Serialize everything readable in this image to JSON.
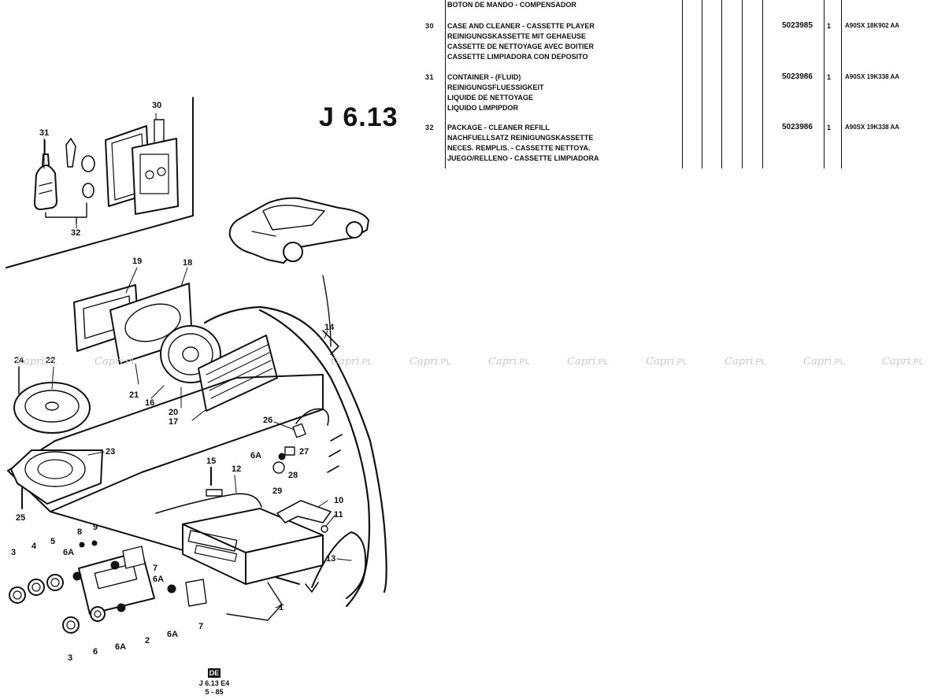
{
  "title": "J 6.13",
  "table": {
    "rows": [
      {
        "pos": "",
        "desc": [
          "BOTON DE MANDO - COMPENSADOR"
        ],
        "part_no": "",
        "qty": "",
        "model": ""
      },
      {
        "pos": "30",
        "desc": [
          "CASE AND CLEANER - CASSETTE PLAYER",
          "REINIGUNGSKASSETTE MIT GEHAEUSE",
          "CASSETTE DE NETTOYAGE AVEC BOITIER",
          "CASSETTE LIMPIADORA CON DEPOSITO"
        ],
        "part_no": "5023985",
        "qty": "1",
        "model": "A90SX 18K902 AA"
      },
      {
        "pos": "31",
        "desc": [
          "CONTAINER - (FLUID)",
          "REINIGUNGSFLUESSIGKEIT",
          "LIQUIDE DE NETTOYAGE",
          "LIQUIDO LIMPIPDOR"
        ],
        "part_no": "5023986",
        "qty": "1",
        "model": "A90SX 19K338 AA"
      },
      {
        "pos": "32",
        "desc": [
          "PACKAGE - CLEANER REFILL",
          "NACHFUELLSATZ REINIGUNGSKASSETTE",
          "NECES. REMPLIS. - CASSETTE NETTOYA.",
          "JUEGO/RELLENO - CASSETTE LIMPIADORA"
        ],
        "part_no": "5023986",
        "qty": "1",
        "model": "A90SX 19K338 AA"
      }
    ]
  },
  "watermark": {
    "brand": "Capri",
    "suffix": ".PL"
  },
  "callouts": {
    "c30": "30",
    "c31": "31",
    "c32": "32",
    "c19": "19",
    "c18": "18",
    "c14": "14",
    "c24": "24",
    "c22": "22",
    "c21": "21",
    "c16": "16",
    "c20": "20",
    "c17": "17",
    "c26": "26",
    "c23": "23",
    "c27": "27",
    "c6a1": "6A",
    "c28": "28",
    "c29": "29",
    "c15": "15",
    "c12": "12",
    "c25": "25",
    "c10": "10",
    "c11": "11",
    "c8": "8",
    "c9": "9",
    "c3a": "3",
    "c4": "4",
    "c5": "5",
    "c6a2": "6A",
    "c7a": "7",
    "c6a3": "6A",
    "c13": "13",
    "c1": "1",
    "c3b": "3",
    "c6": "6",
    "c6a4": "6A",
    "c2": "2",
    "c6a5": "6A",
    "c7b": "7"
  },
  "footer": {
    "badge": "DE",
    "ref": "J 6.13 E4",
    "date": "5 - 85"
  }
}
